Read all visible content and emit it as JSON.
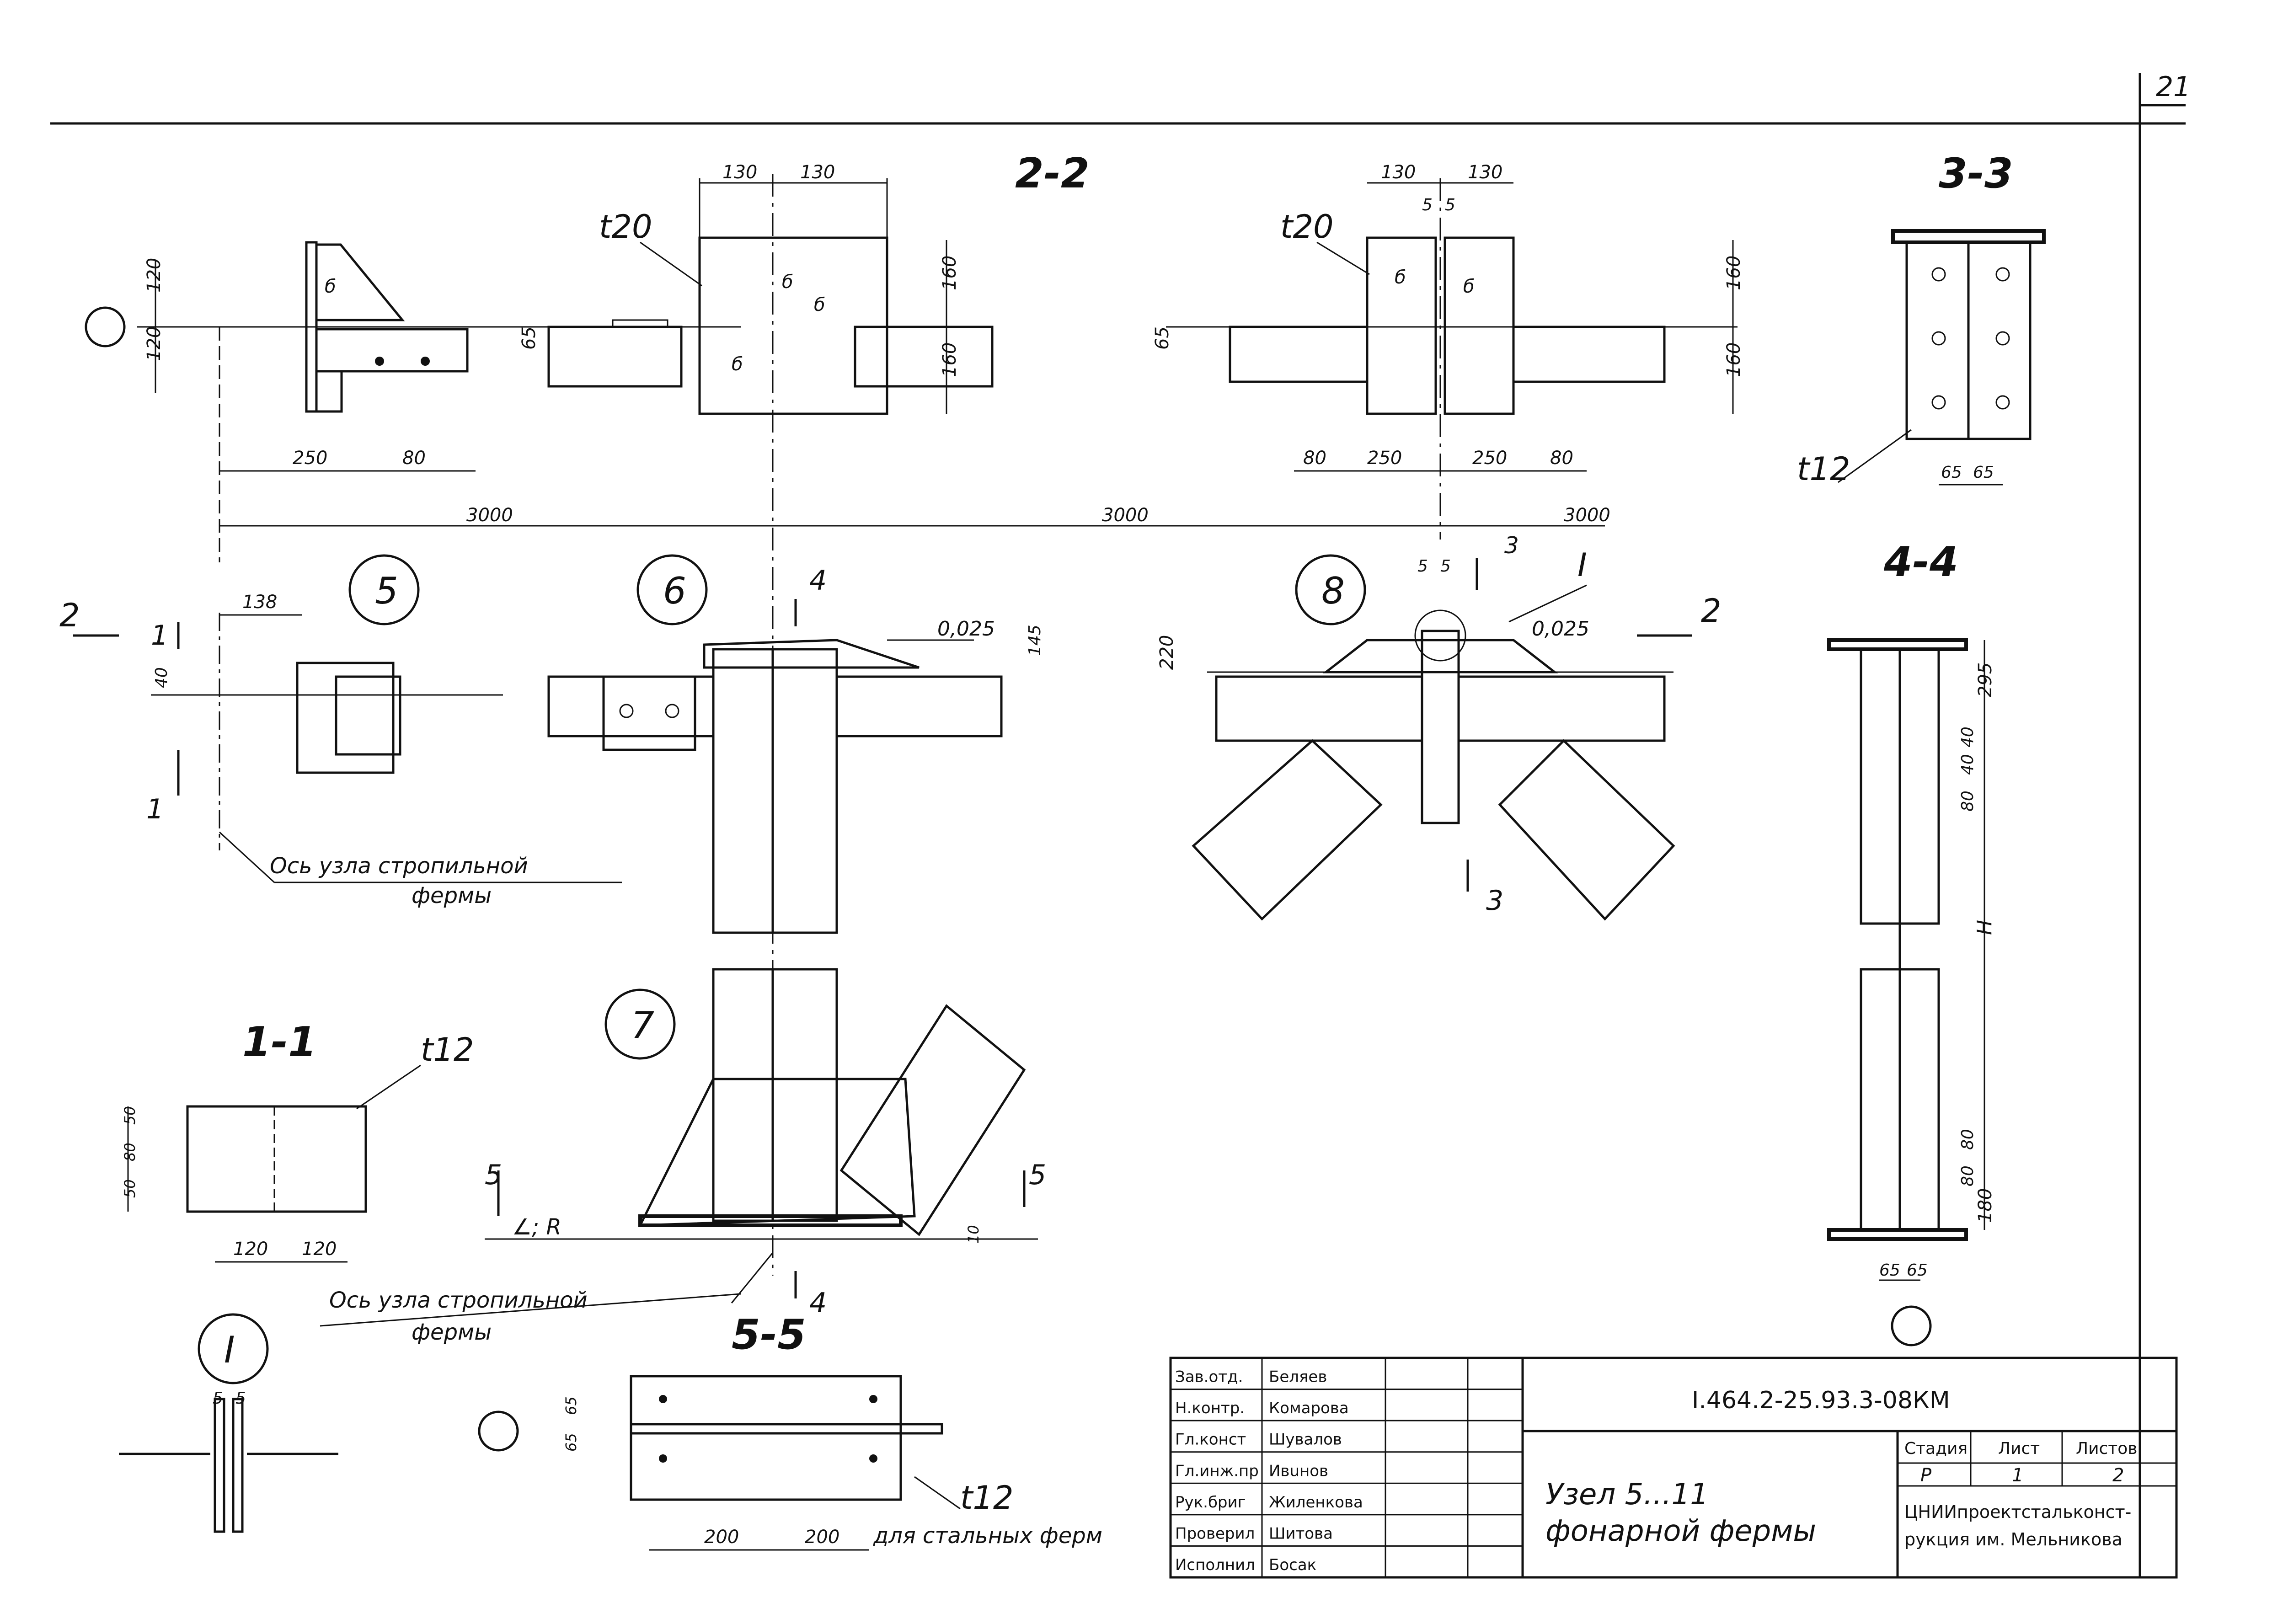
{
  "sheet": {
    "number": "21"
  },
  "dims": {
    "d120a": "120",
    "d120b": "120",
    "d250": "250",
    "d80": "80",
    "d130a": "130",
    "d130b": "130",
    "d65": "65",
    "d160a": "160",
    "d160b": "160",
    "d130c": "130",
    "d130d": "130",
    "d5a": "5",
    "d5b": "5",
    "d65b": "65",
    "d160c": "160",
    "d160d": "160",
    "d80b": "80",
    "d250b": "250",
    "d250c": "250",
    "d80c": "80",
    "d3000a": "3000",
    "d3000b": "3000",
    "d3000c": "3000",
    "d138": "138",
    "d40": "40",
    "d145": "145",
    "slope1": "0,025",
    "slope2": "0,025",
    "d220": "220",
    "d55a": "5",
    "d55b": "5",
    "d6565a": "65",
    "d6565b": "65",
    "d295": "295",
    "d40a": "40",
    "d40b": "40",
    "d80d": "80",
    "dH": "H",
    "d80e": "80",
    "d80f": "80",
    "d180": "180",
    "d65c": "65",
    "d65d": "65",
    "d50a": "50",
    "d80g": "80",
    "d50b": "50",
    "d120c": "120",
    "d120d": "120",
    "d10": "10",
    "d65e": "65",
    "d65f": "65",
    "d200a": "200",
    "d200b": "200",
    "dI5a": "5",
    "dI5b": "5"
  },
  "labels": {
    "sec22": "2-2",
    "sec33": "3-3",
    "sec44": "4-4",
    "sec11": "1-1",
    "sec55": "5-5",
    "t20a": "t20",
    "t20b": "t20",
    "t12a": "t12",
    "t12b": "t12",
    "t12c": "t12",
    "node5": "5",
    "node6": "6",
    "node7": "7",
    "node8": "8",
    "nodeI": "I",
    "cut2L": "2",
    "cut1a": "1",
    "cut1b": "1",
    "cut4a": "4",
    "cut4b": "4",
    "cut3a": "3",
    "cut3b": "3",
    "cut2R": "2",
    "cut5L": "5",
    "cut5R": "5",
    "markI": "I",
    "axisNote1": "Ось узла стропильной",
    "axisNote1b": "фермы",
    "axisNote2": "Ось узла стропильной",
    "axisNote2b": "фермы",
    "weldR": "∠; R",
    "steelNote": "для стальных ферм"
  },
  "titleblock": {
    "code": "I.464.2-25.93.3-08КМ",
    "title1": "Узел 5...11",
    "title2": "фонарной фермы",
    "stage_h": "Стадия",
    "sheet_h": "Лист",
    "sheets_h": "Листов",
    "stage_v": "Р",
    "sheet_v": "1",
    "sheets_v": "2",
    "org1": "ЦНИИпроектстальконст-",
    "org2": "рукция им. Мельникова",
    "rows": [
      {
        "role": "Зав.отд.",
        "name": "Беляев"
      },
      {
        "role": "Н.контр.",
        "name": "Комарова"
      },
      {
        "role": "Гл.конст",
        "name": "Шувалов"
      },
      {
        "role": "Гл.инж.пр",
        "name": "Ивuнов"
      },
      {
        "role": "Рук.бриг",
        "name": "Жиленкова"
      },
      {
        "role": "Проверил",
        "name": "Шитова"
      },
      {
        "role": "Исполнил",
        "name": "Босак"
      }
    ]
  }
}
